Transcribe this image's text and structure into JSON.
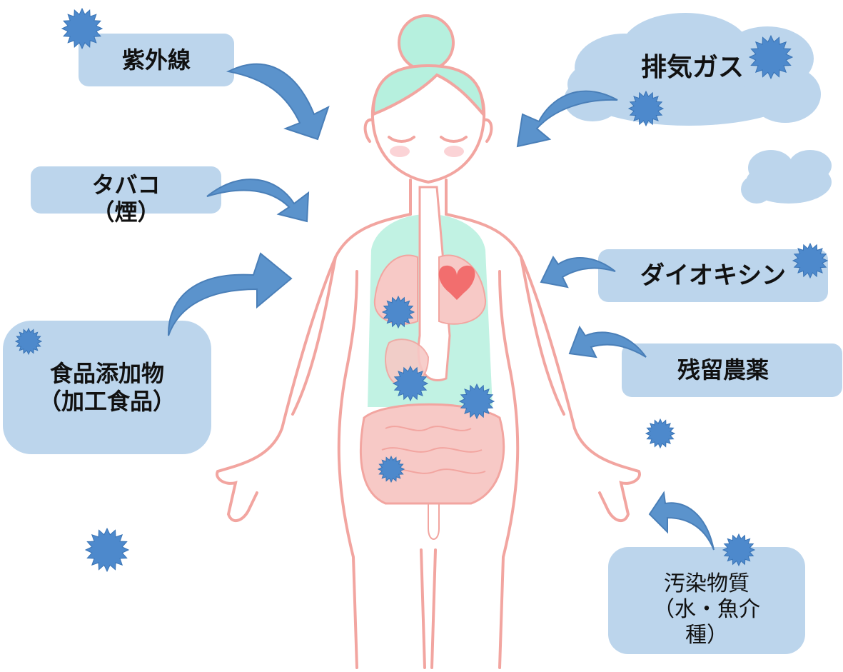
{
  "colors": {
    "box_fill": "#bcd5ec",
    "arrow_fill": "#5b93cc",
    "virus_fill": "#4d89cc",
    "body_outline": "#f2a5a0",
    "hair_fill": "#b6f0de",
    "organ_fill": "#f7c9c6",
    "heart_fill": "#f26e6e"
  },
  "labels": {
    "uv": "紫外線",
    "exhaust": "排気ガス",
    "tobacco": "タバコ\n（煙）",
    "dioxin": "ダイオキシン",
    "pesticide": "残留農薬",
    "additive": "食品添加物\n（加工食品）",
    "pollutant": "汚染物質\n（水・魚介\n種）"
  },
  "icons": [
    "virus-icon",
    "arrow-icon",
    "cloud-icon",
    "heart-icon"
  ]
}
